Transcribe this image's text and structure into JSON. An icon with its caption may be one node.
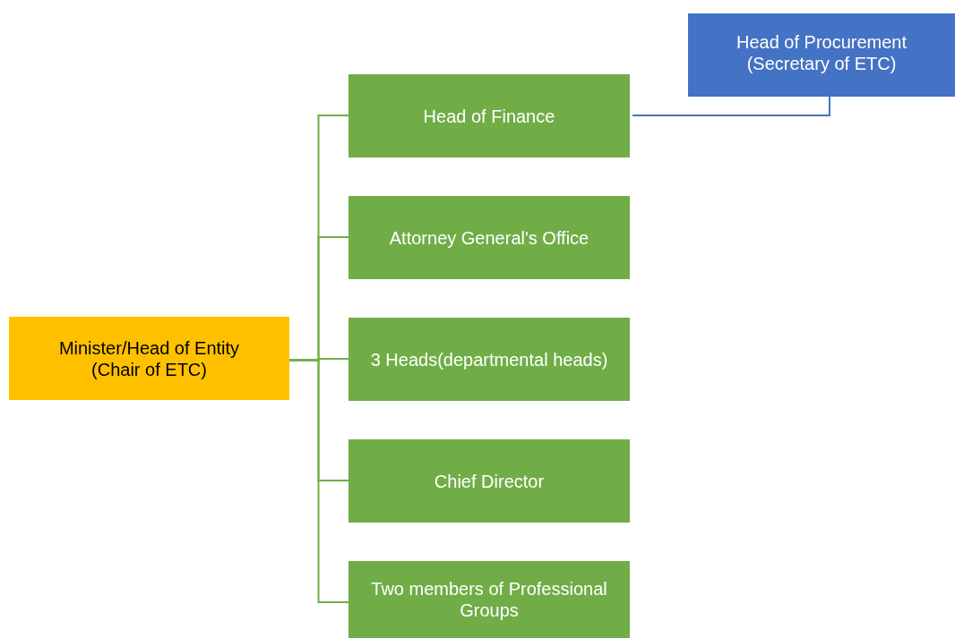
{
  "diagram": {
    "nodes": [
      {
        "text": [
          "Minister/Head of Entity (Chair of ETC)"
        ]
      },
      {
        "text": [
          "Head of Finance"
        ]
      },
      {
        "text": [
          "Attorney General's Office"
        ]
      },
      {
        "text": [
          "3 Heads(departmental heads)"
        ]
      },
      {
        "text": [
          "Chief Director"
        ]
      },
      {
        "text": [
          "Two members of Professional Groups"
        ]
      },
      {
        "text": [
          "Head of Procurement (Secretary of ETC)"
        ]
      }
    ],
    "edges": [
      {
        "from": 0,
        "to": 1,
        "arrow": "none"
      },
      {
        "from": 0,
        "to": 2,
        "arrow": "none"
      },
      {
        "from": 0,
        "to": 3,
        "arrow": "none"
      },
      {
        "from": 0,
        "to": 4,
        "arrow": "none"
      },
      {
        "from": 0,
        "to": 5,
        "arrow": "none"
      },
      {
        "from": 1,
        "to": 6,
        "arrow": "none",
        "color": "#4472c4"
      }
    ]
  }
}
